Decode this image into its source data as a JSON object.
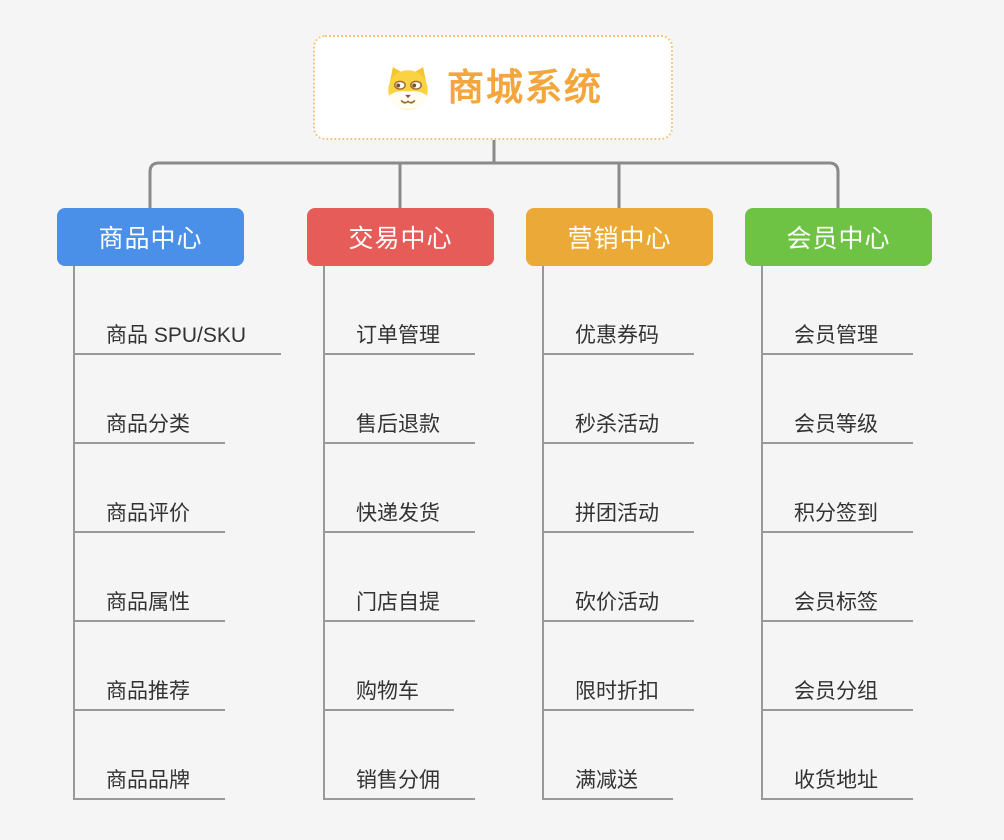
{
  "root": {
    "title": "商城系统",
    "icon": "dog-face-icon"
  },
  "theme": {
    "background": "#f5f5f6",
    "root_fill": "#ffffff",
    "root_border": "#f3c87e",
    "root_text": "#f2a63d",
    "connector_line": "#8a8a8a",
    "leaf_line": "#999999",
    "leaf_text": "#333333",
    "branch_text": "#ffffff"
  },
  "branches": [
    {
      "label": "商品中心",
      "color": "#4b90e8",
      "children": [
        "商品 SPU/SKU",
        "商品分类",
        "商品评价",
        "商品属性",
        "商品推荐",
        "商品品牌"
      ]
    },
    {
      "label": "交易中心",
      "color": "#e65c59",
      "children": [
        "订单管理",
        "售后退款",
        "快递发货",
        "门店自提",
        "购物车",
        "销售分佣"
      ]
    },
    {
      "label": "营销中心",
      "color": "#ebaa38",
      "children": [
        "优惠券码",
        "秒杀活动",
        "拼团活动",
        "砍价活动",
        "限时折扣",
        "满减送"
      ]
    },
    {
      "label": "会员中心",
      "color": "#6fc344",
      "children": [
        "会员管理",
        "会员等级",
        "积分签到",
        "会员标签",
        "会员分组",
        "收货地址"
      ]
    }
  ]
}
